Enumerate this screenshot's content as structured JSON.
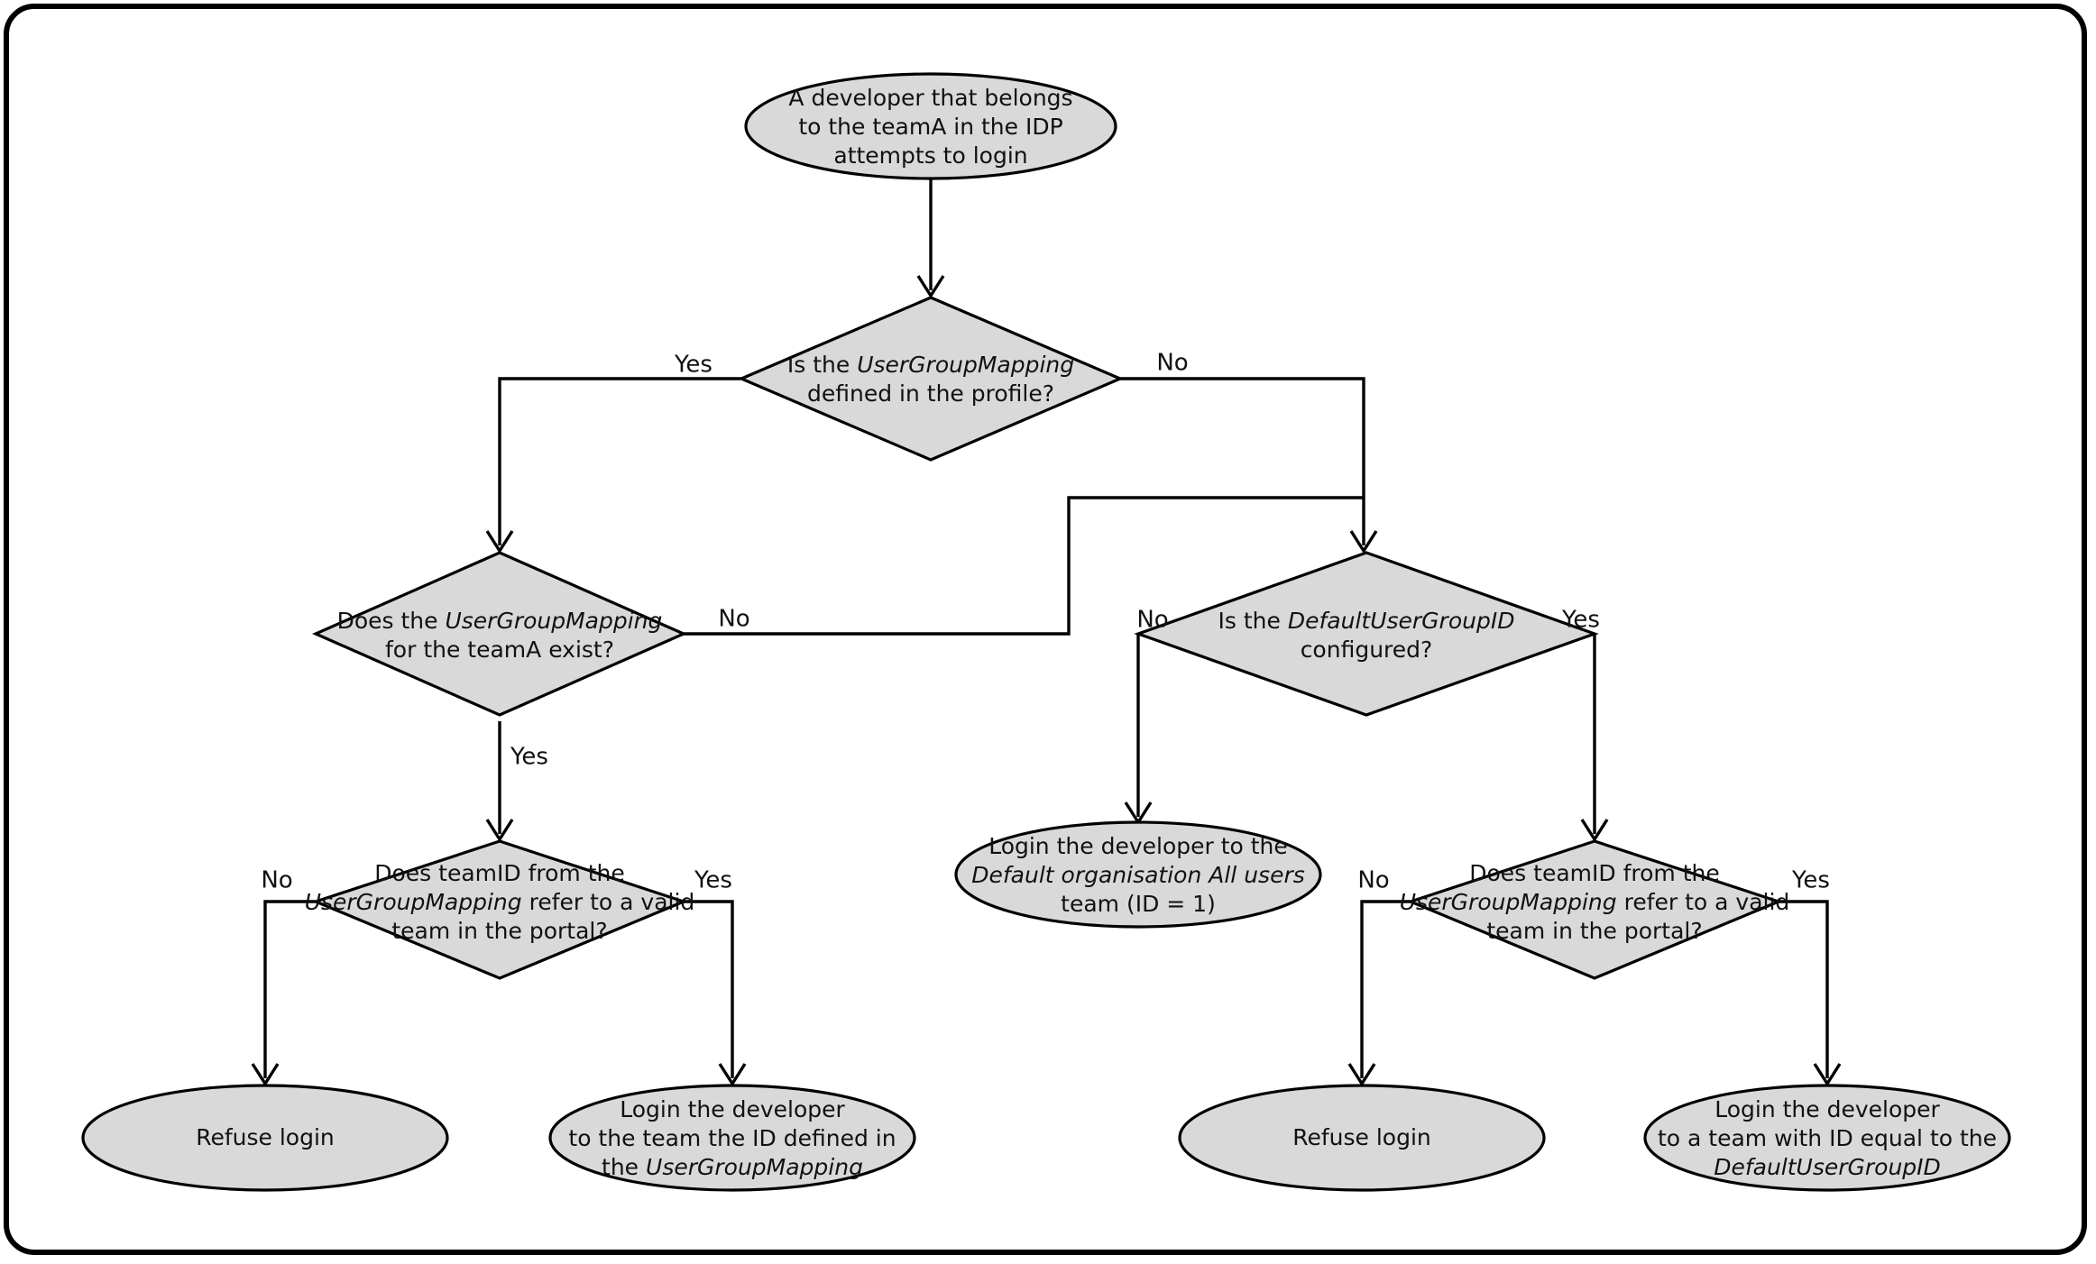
{
  "diagram": {
    "title": "IDP team mapping login decision flow",
    "fill_color": "#d9d9d9",
    "stroke_color": "#000000",
    "background_color": "#ffffff",
    "nodes": {
      "start": {
        "shape": "ellipse",
        "lines": [
          [
            {
              "t": "A developer that belongs",
              "i": false
            }
          ],
          [
            {
              "t": "to the teamA in the IDP",
              "i": false
            }
          ],
          [
            {
              "t": "attempts to login",
              "i": false
            }
          ]
        ]
      },
      "d_mapping_defined": {
        "shape": "diamond",
        "lines": [
          [
            {
              "t": "Is the ",
              "i": false
            },
            {
              "t": "UserGroupMapping",
              "i": true
            }
          ],
          [
            {
              "t": "defined in the profile?",
              "i": false
            }
          ]
        ]
      },
      "d_mapping_teama": {
        "shape": "diamond",
        "lines": [
          [
            {
              "t": "Does the ",
              "i": false
            },
            {
              "t": "UserGroupMapping",
              "i": true
            }
          ],
          [
            {
              "t": "for the teamA exist?",
              "i": false
            }
          ]
        ]
      },
      "d_default_group": {
        "shape": "diamond",
        "lines": [
          [
            {
              "t": "Is the ",
              "i": false
            },
            {
              "t": "DefaultUserGroupID",
              "i": true
            }
          ],
          [
            {
              "t": "configured?",
              "i": false
            }
          ]
        ]
      },
      "e_default_org": {
        "shape": "ellipse",
        "lines": [
          [
            {
              "t": "Login the developer to the",
              "i": false
            }
          ],
          [
            {
              "t": "Default organisation All users",
              "i": true
            }
          ],
          [
            {
              "t": "team (ID = 1)",
              "i": false
            }
          ]
        ]
      },
      "d_teamid_left": {
        "shape": "diamond",
        "lines": [
          [
            {
              "t": "Does teamID from the",
              "i": false
            }
          ],
          [
            {
              "t": "UserGroupMapping",
              "i": true
            },
            {
              "t": " refer to a valid",
              "i": false
            }
          ],
          [
            {
              "t": "team in the portal?",
              "i": false
            }
          ]
        ]
      },
      "d_teamid_right": {
        "shape": "diamond",
        "lines": [
          [
            {
              "t": "Does teamID from the",
              "i": false
            }
          ],
          [
            {
              "t": "UserGroupMapping",
              "i": true
            },
            {
              "t": " refer to a valid",
              "i": false
            }
          ],
          [
            {
              "t": "team in the portal?",
              "i": false
            }
          ]
        ]
      },
      "e_refuse_left": {
        "shape": "ellipse",
        "lines": [
          [
            {
              "t": "Refuse login",
              "i": false
            }
          ]
        ]
      },
      "e_login_mapping": {
        "shape": "ellipse",
        "lines": [
          [
            {
              "t": "Login the developer",
              "i": false
            }
          ],
          [
            {
              "t": "to the team the ID defined in",
              "i": false
            }
          ],
          [
            {
              "t": "the ",
              "i": false
            },
            {
              "t": "UserGroupMapping",
              "i": true
            }
          ]
        ]
      },
      "e_refuse_right": {
        "shape": "ellipse",
        "lines": [
          [
            {
              "t": "Refuse login",
              "i": false
            }
          ]
        ]
      },
      "e_login_default": {
        "shape": "ellipse",
        "lines": [
          [
            {
              "t": "Login the developer",
              "i": false
            }
          ],
          [
            {
              "t": "to a team with ID equal to the",
              "i": false
            }
          ],
          [
            {
              "t": "DefaultUserGroupID",
              "i": true
            }
          ]
        ]
      }
    },
    "edge_labels": {
      "mapping_defined_yes": "Yes",
      "mapping_defined_no": "No",
      "mapping_teama_no": "No",
      "mapping_teama_yes": "Yes",
      "default_group_no": "No",
      "default_group_yes": "Yes",
      "teamid_left_no": "No",
      "teamid_left_yes": "Yes",
      "teamid_right_no": "No",
      "teamid_right_yes": "Yes"
    }
  }
}
